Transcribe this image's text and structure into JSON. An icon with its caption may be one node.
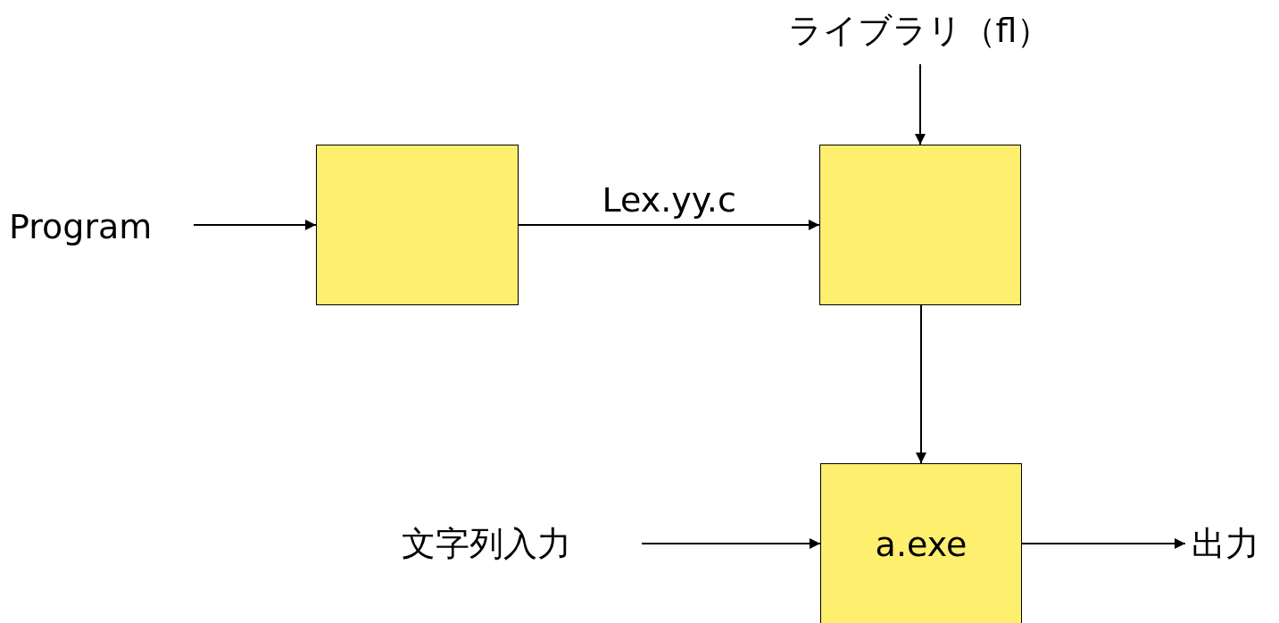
{
  "diagram": {
    "nodes": [
      {
        "text": [
          "Program"
        ]
      },
      {
        "text": [],
        "shape": "box"
      },
      {
        "text": [
          "ライブラリ（fl）"
        ]
      },
      {
        "text": [],
        "shape": "box"
      },
      {
        "text": [
          "文字列入力"
        ]
      },
      {
        "text": [
          "a.exe"
        ]
      },
      {
        "text": [
          "出力"
        ]
      }
    ],
    "edges": [
      {
        "from": 0,
        "to": 1,
        "arrow": "to"
      },
      {
        "from": 1,
        "to": 3,
        "arrow": "to",
        "label": "Lex.yy.c"
      },
      {
        "from": 2,
        "to": 3,
        "arrow": "to"
      },
      {
        "from": 3,
        "to": 5,
        "arrow": "to"
      },
      {
        "from": 4,
        "to": 5,
        "arrow": "to"
      },
      {
        "from": 5,
        "to": 6,
        "arrow": "to"
      }
    ]
  }
}
